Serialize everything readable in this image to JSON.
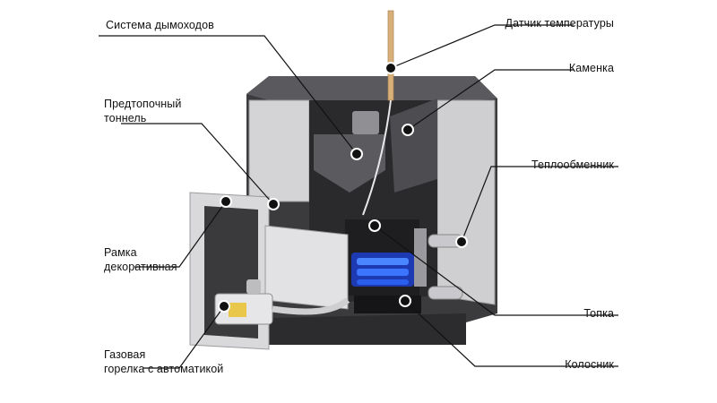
{
  "labels": {
    "chimney_system": "Система дымоходов",
    "temp_sensor": "Датчик температуры",
    "stone_box": "Каменка",
    "prefire_tunnel_l1": "Предтопочный",
    "prefire_tunnel_l2": "тоннель",
    "heat_exchanger": "Теплообменник",
    "frame_l1": "Рамка",
    "frame_l2": "декоративная",
    "firebox": "Топка",
    "burner_l1": "Газовая",
    "burner_l2": "горелка с автоматикой",
    "grate": "Колосник"
  },
  "colors": {
    "body_dark": "#3a3a3c",
    "body_mid": "#4a4a4d",
    "steel_light": "#d6d6d8",
    "flame_blue": "#2f6bff",
    "sensor_wood": "#d9b07a",
    "leader_line": "#111111"
  }
}
